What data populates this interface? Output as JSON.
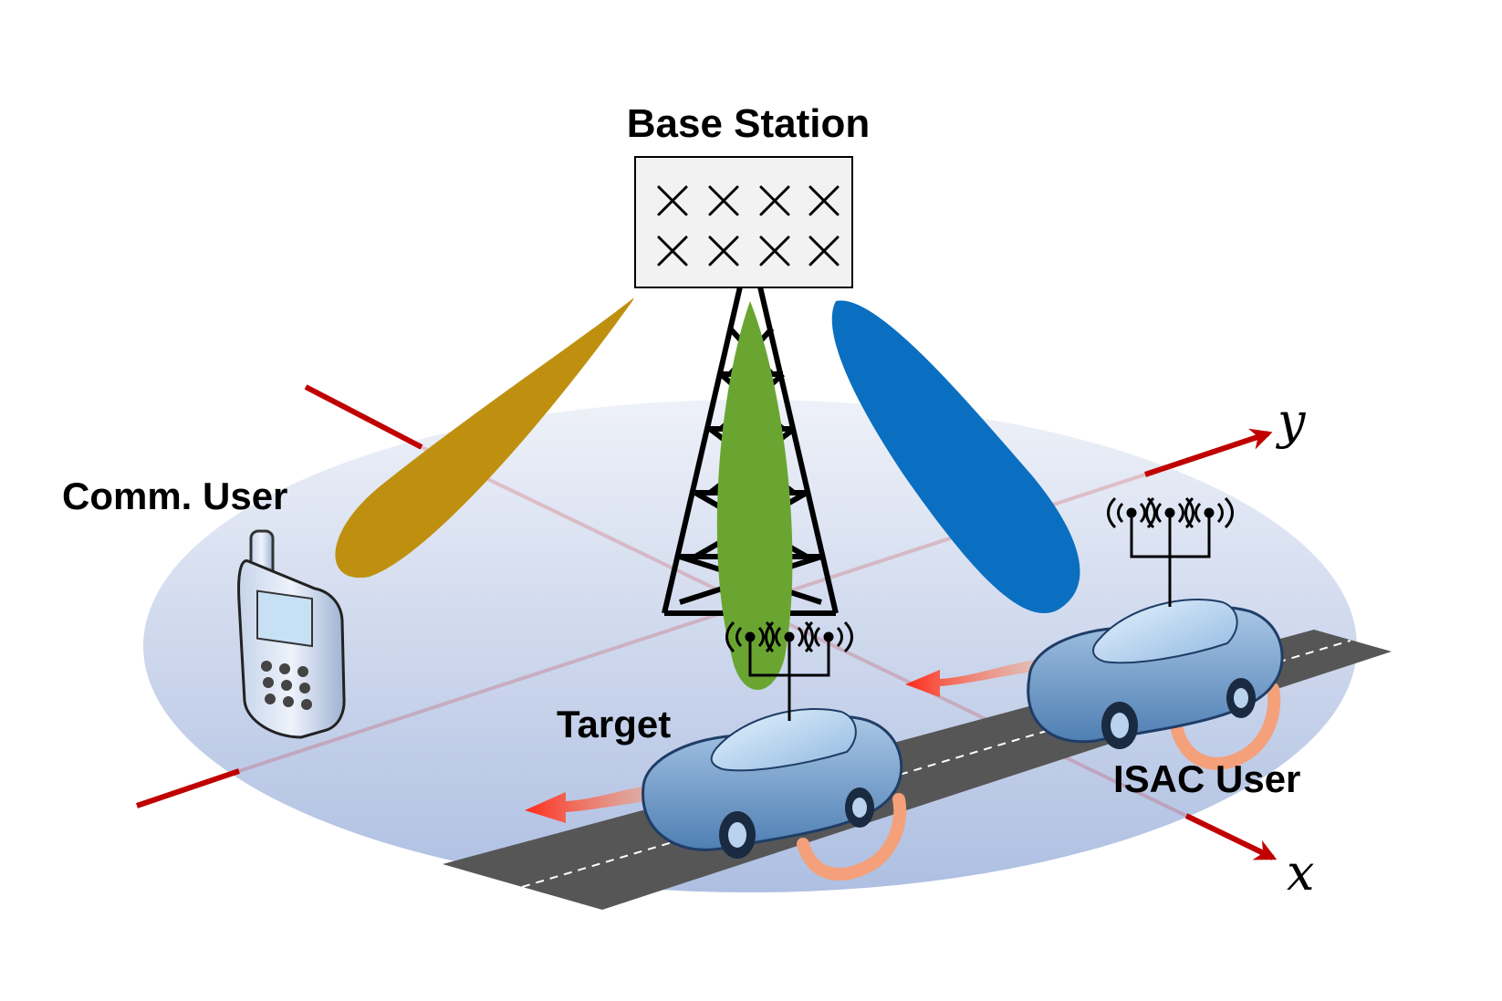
{
  "labels": {
    "base_station": "Base Station",
    "comm_user": "Comm. User",
    "target": "Target",
    "isac_user": "ISAC User",
    "axis_x": "x",
    "axis_y": "y"
  },
  "colors": {
    "beam_comm": "#bf9010",
    "beam_target": "#6aa532",
    "beam_isac": "#0a6fc0",
    "axis": "#c00000",
    "road": "#565656",
    "car_body": "#6b96c4",
    "motion_arrow": "#ff3b2a",
    "tire_track": "#f4a07a"
  }
}
